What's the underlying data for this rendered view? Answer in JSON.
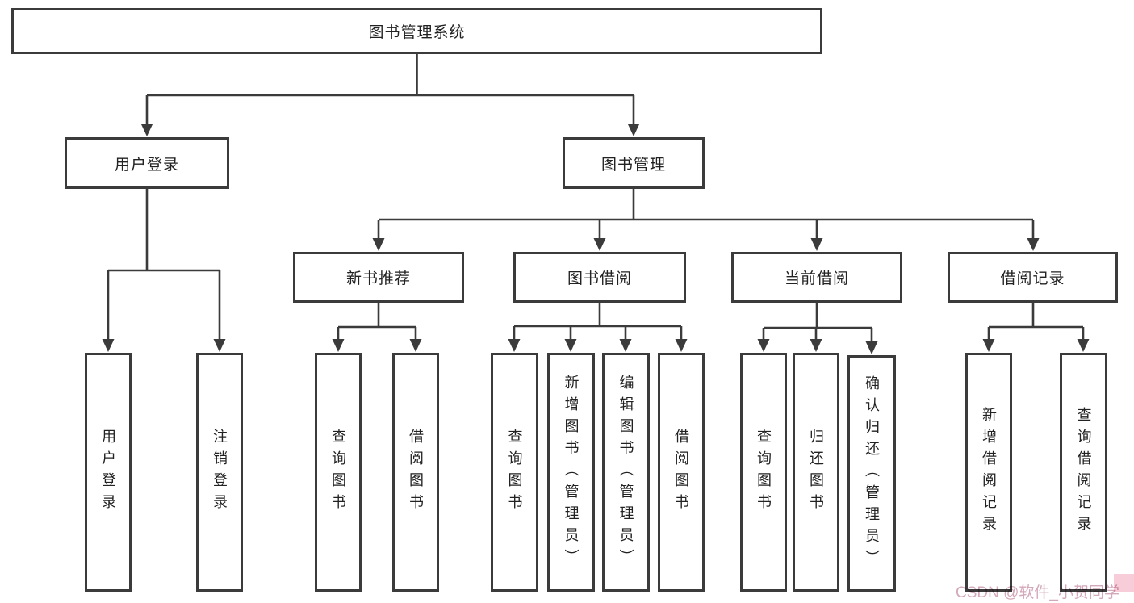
{
  "diagram": {
    "root": {
      "label": "图书管理系统"
    },
    "branches": [
      {
        "label": "用户登录",
        "children": [
          {
            "label": "用户登录"
          },
          {
            "label": "注销登录"
          }
        ]
      },
      {
        "label": "图书管理",
        "children": [
          {
            "label": "新书推荐",
            "children": [
              {
                "label": "查询图书"
              },
              {
                "label": "借阅图书"
              }
            ]
          },
          {
            "label": "图书借阅",
            "children": [
              {
                "label": "查询图书"
              },
              {
                "label": "新增图书（管理员）"
              },
              {
                "label": "编辑图书（管理员）"
              },
              {
                "label": "借阅图书"
              }
            ]
          },
          {
            "label": "当前借阅",
            "children": [
              {
                "label": "查询图书"
              },
              {
                "label": "归还图书"
              },
              {
                "label": "确认归还（管理员）"
              }
            ]
          },
          {
            "label": "借阅记录",
            "children": [
              {
                "label": "新增借阅记录"
              },
              {
                "label": "查询借阅记录"
              }
            ]
          }
        ]
      }
    ]
  },
  "watermark": {
    "text": "CSDN @软件_小贺同学"
  },
  "colors": {
    "line": "#3b3b3b",
    "box_border": "#3b3b3b",
    "text": "#222222",
    "watermark": "#d3a8ba",
    "corner_accent": "#f6cdd9"
  }
}
